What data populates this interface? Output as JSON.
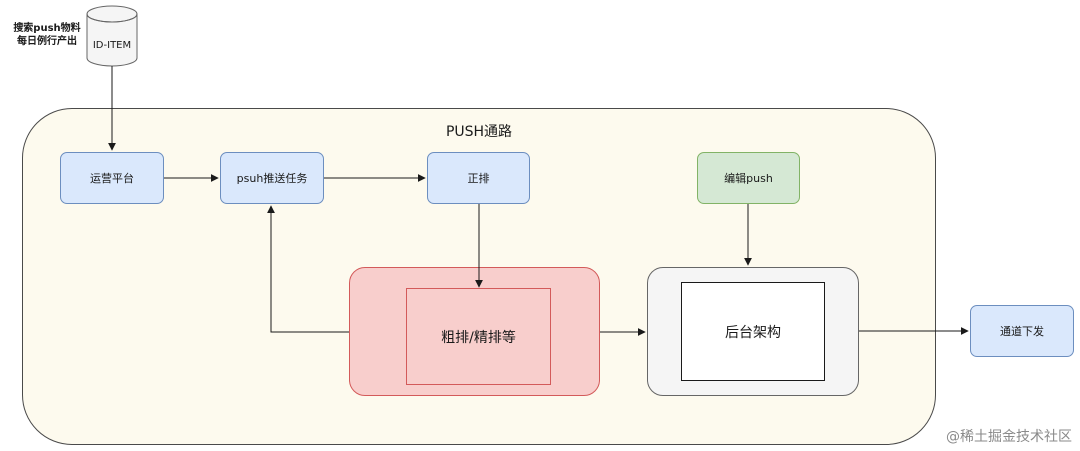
{
  "source_note": [
    "搜索push物料",
    "每日例行产出"
  ],
  "db_label": "ID-ITEM",
  "container_title": "PUSH通路",
  "nodes": {
    "ops_platform": "运营平台",
    "push_task": "psuh推送任务",
    "zhengpai": "正排",
    "edit_push": "编辑push",
    "rank": "粗排/精排等",
    "backend": "后台架构",
    "channel": "通道下发"
  },
  "watermark": "@稀土掘金技术社区",
  "colors": {
    "container_fill": "#fdfaee",
    "blue_fill": "#dae8fc",
    "blue_border": "#6c8ebf",
    "green_fill": "#d5e8d4",
    "green_border": "#82b366",
    "red_fill": "#f8cecc",
    "red_border": "#d35a5a",
    "gray_fill": "#f5f5f5",
    "gray_border": "#666666"
  }
}
